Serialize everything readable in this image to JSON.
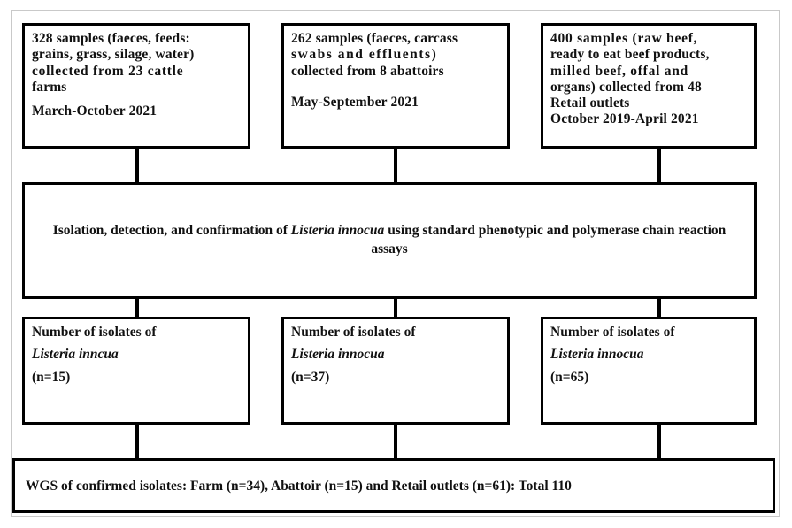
{
  "figure": {
    "type": "flowchart",
    "title": "Study sampling and isolation flow for Listeria innocua",
    "accent_color": "#000000",
    "frame_color": "#c9c9c9",
    "background": "#ffffff"
  },
  "sources": [
    {
      "id": "farm",
      "lines": [
        "328 samples (faeces, feeds:",
        "grains, grass, silage, water)",
        "collected from 23 cattle",
        "farms"
      ],
      "period": "March-October 2021",
      "sample_count": 328,
      "site_count": 23,
      "site_type": "cattle farms"
    },
    {
      "id": "abattoir",
      "lines": [
        "262 samples (faeces, carcass",
        "swabs and effluents)",
        "collected from 8 abattoirs"
      ],
      "period": "May-September 2021",
      "sample_count": 262,
      "site_count": 8,
      "site_type": "abattoirs"
    },
    {
      "id": "retail",
      "lines": [
        "400 samples (raw beef,",
        "ready to eat beef products,",
        "milled beef, offal and",
        "organs) collected from 48",
        "Retail outlets"
      ],
      "period": "October 2019-April 2021",
      "sample_count": 400,
      "site_count": 48,
      "site_type": "Retail outlets"
    }
  ],
  "process": {
    "text_before": "Isolation, detection, and confirmation of ",
    "organism": "Listeria innocua",
    "text_after": " using standard phenotypic and polymerase chain reaction assays"
  },
  "isolates": [
    {
      "id": "farm",
      "heading": "Number of isolates of",
      "organism": "Listeria inncua",
      "count_label": "(n=15)",
      "count": 15
    },
    {
      "id": "abattoir",
      "heading": "Number of isolates of",
      "organism": "Listeria innocua",
      "count_label": "(n=37)",
      "count": 37
    },
    {
      "id": "retail",
      "heading": "Number of isolates of",
      "organism": "Listeria innocua",
      "count_label": "(n=65)",
      "count": 65
    }
  ],
  "summary": {
    "text": "WGS of confirmed isolates: Farm (n=34), Abattoir (n=15) and Retail outlets (n=61): Total 110",
    "farm_n": 34,
    "abattoir_n": 15,
    "retail_n": 61,
    "total": 110
  }
}
